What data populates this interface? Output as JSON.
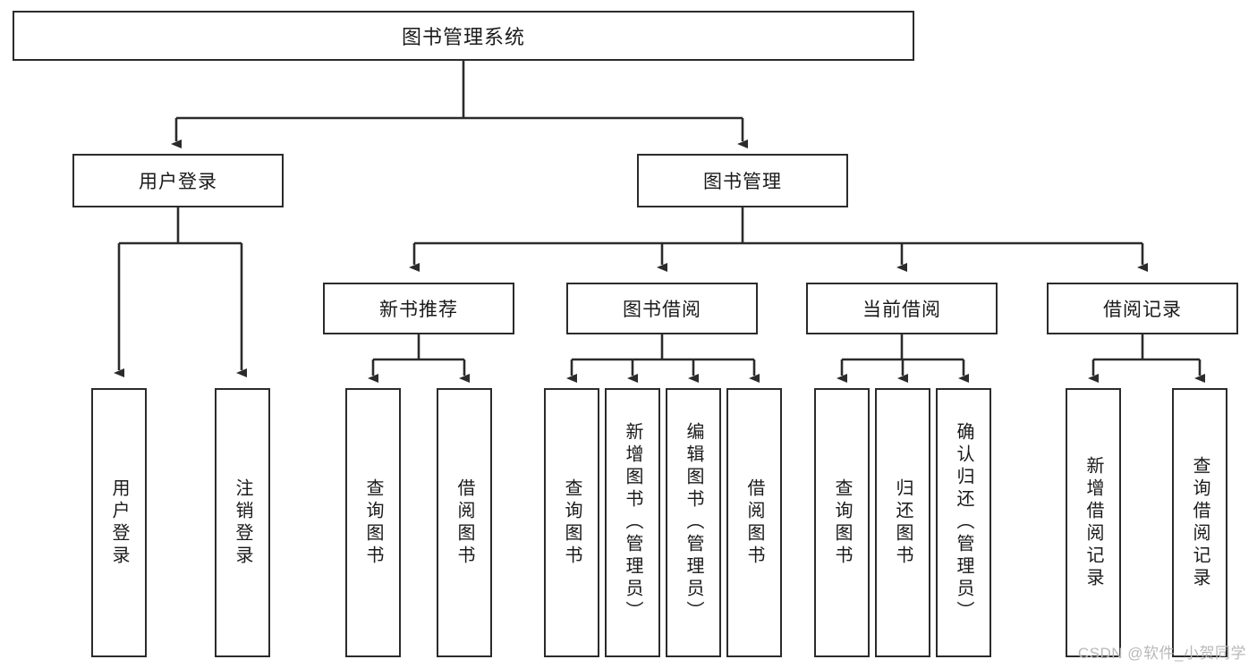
{
  "diagram": {
    "title": "图书管理系统",
    "watermark": "CSDN @软件_小贺同学",
    "root": {
      "label": "图书管理系统"
    },
    "level2": [
      {
        "label": "用户登录"
      },
      {
        "label": "图书管理"
      }
    ],
    "level3": [
      {
        "label": "新书推荐"
      },
      {
        "label": "图书借阅"
      },
      {
        "label": "当前借阅"
      },
      {
        "label": "借阅记录"
      }
    ],
    "leaves": {
      "user_login": [
        {
          "label": "用户登录"
        },
        {
          "label": "注销登录"
        }
      ],
      "new_book": [
        {
          "label": "查询图书"
        },
        {
          "label": "借阅图书"
        }
      ],
      "book_borrow": [
        {
          "label": "查询图书"
        },
        {
          "label": "新增图书（管理员）"
        },
        {
          "label": "编辑图书（管理员）"
        },
        {
          "label": "借阅图书"
        }
      ],
      "current_borrow": [
        {
          "label": "查询图书"
        },
        {
          "label": "归还图书"
        },
        {
          "label": "确认归还（管理员）"
        }
      ],
      "borrow_record": [
        {
          "label": "新增借阅记录"
        },
        {
          "label": "查询借阅记录"
        }
      ]
    },
    "colors": {
      "stroke": "#2b2b2b",
      "background": "#ffffff",
      "text": "#1a1a1a",
      "watermark": "#b9b9b9"
    }
  }
}
